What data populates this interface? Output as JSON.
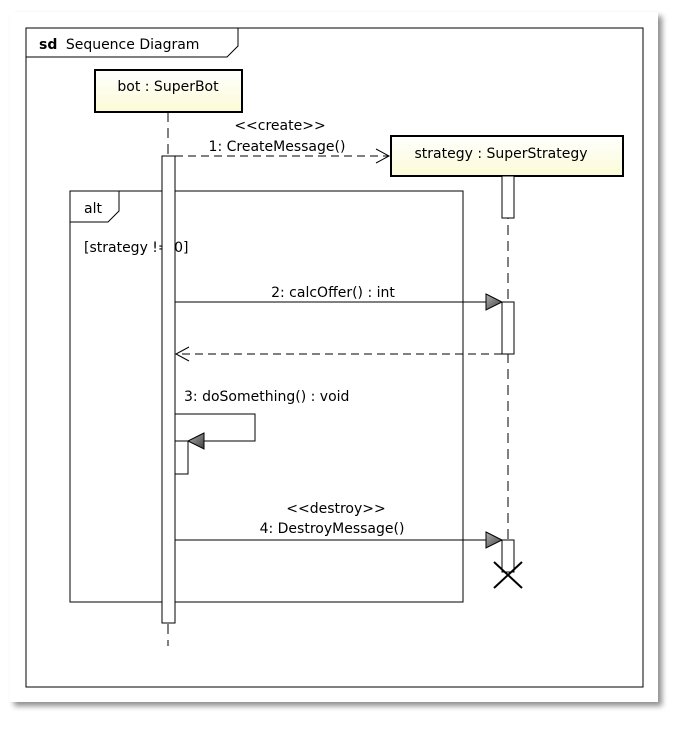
{
  "frame": {
    "keyword": "sd",
    "title": "Sequence Diagram"
  },
  "lifelines": [
    {
      "id": "bot",
      "label": "bot : SuperBot"
    },
    {
      "id": "strategy",
      "label": "strategy : SuperStrategy"
    }
  ],
  "fragment": {
    "operator": "alt",
    "guard": "[strategy != 0]"
  },
  "messages": [
    {
      "id": "m1",
      "stereotype": "<<create>>",
      "label": "1: CreateMessage()"
    },
    {
      "id": "m2",
      "stereotype": "",
      "label": "2: calcOffer() : int"
    },
    {
      "id": "m3",
      "stereotype": "",
      "label": "3: doSomething() : void"
    },
    {
      "id": "m4",
      "stereotype": "<<destroy>>",
      "label": "4: DestroyMessage()"
    }
  ],
  "colors": {
    "lifeline_head_fill": "#fefee6",
    "lifeline_head_fill_top": "#ffffff",
    "arrowhead_fill": "#808080",
    "line": "#000000",
    "shadow": "#bfbfbf"
  }
}
